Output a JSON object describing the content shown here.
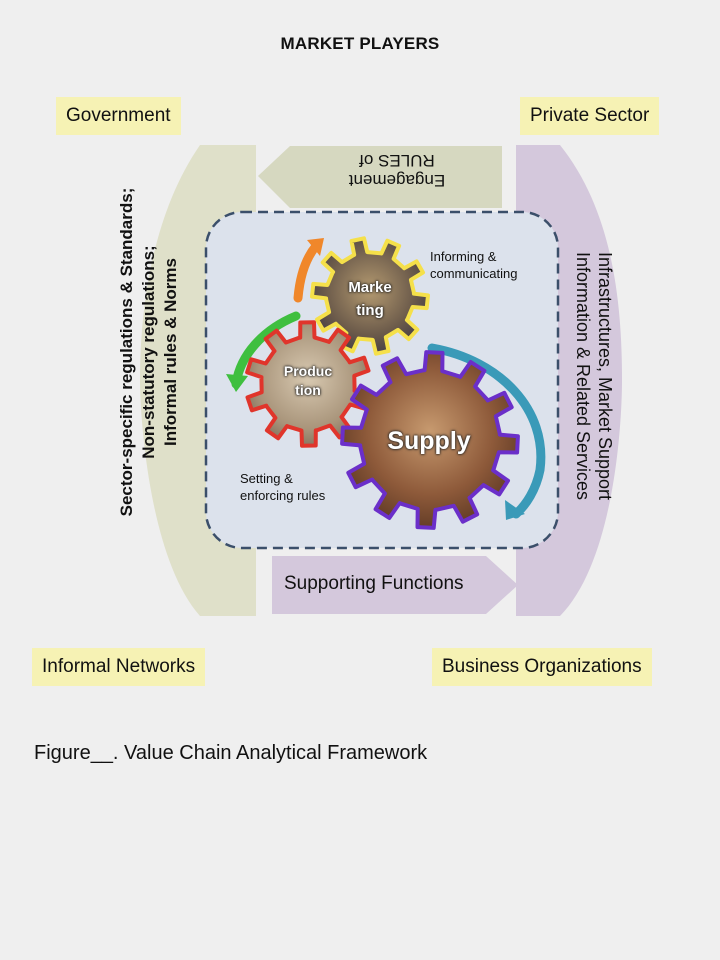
{
  "title": "MARKET PLAYERS",
  "corners": {
    "government": "Government",
    "private_sector": "Private Sector",
    "informal_networks": "Informal Networks",
    "business_organizations": "Business Organizations"
  },
  "rules": {
    "line1": "RULES of",
    "line2": "Engagement"
  },
  "left_arc": {
    "line1": "Sector-specific regulations & Standards;",
    "line2": "Non-statutory regulations;",
    "line3": "Informal rules & Norms"
  },
  "right_arc": {
    "line1": "Infrastructures, Market Support",
    "line2": "Information & Related Services"
  },
  "supporting_functions": "Supporting Functions",
  "gears": {
    "marketing_line1": "Marke",
    "marketing_line2": "ting",
    "production_line1": "Produc",
    "production_line2": "tion",
    "supply": "Supply"
  },
  "notes": {
    "informing_line1": "Informing &",
    "informing_line2": "communicating",
    "setting_line1": "Setting &",
    "setting_line2": "enforcing rules"
  },
  "caption": "Figure__. Value Chain Analytical Framework",
  "colors": {
    "yellow_box": "#f6f2b4",
    "left_arc": "#dfe0c9",
    "right_arc": "#d4c8dc",
    "rules_arrow": "#d6d8c0",
    "supporting_arrow": "#d4c8dc",
    "core_panel": "#dce2ec",
    "marketing_outline": "#f5e04a",
    "production_outline": "#e0352b",
    "supply_outline": "#6b2fc9",
    "arrow_green": "#3fbf3f",
    "arrow_orange": "#f0872a",
    "arrow_blue": "#3a9ab8"
  }
}
